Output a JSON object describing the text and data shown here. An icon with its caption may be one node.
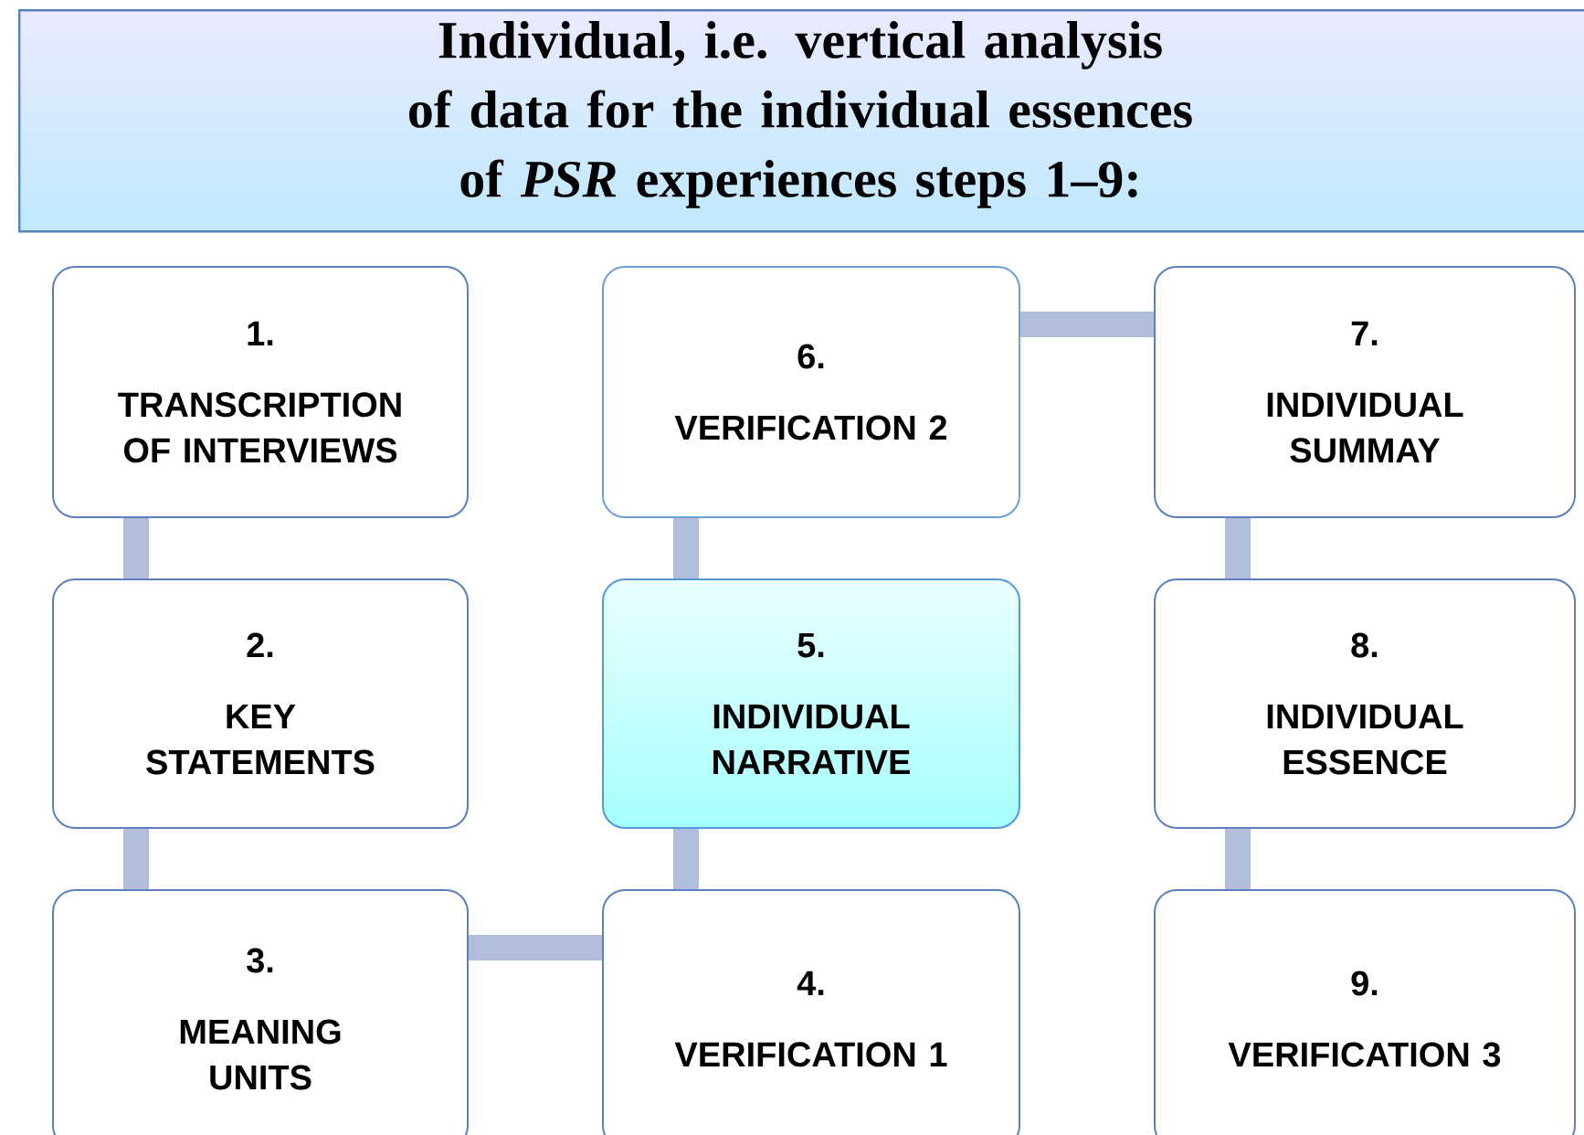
{
  "diagram": {
    "title": "Individual,  i.e. vertical analysis of data for the individual  essences of *PSR* experiences steps 1–9:",
    "nodes": [
      {
        "text": [
          "1.",
          "TRANSCRIPTION OF INTERVIEWS"
        ]
      },
      {
        "text": [
          "2.",
          "KEY STATEMENTS"
        ]
      },
      {
        "text": [
          "3.",
          "MEANING UNITS"
        ]
      },
      {
        "text": [
          "4.",
          "VERIFICATION 1"
        ]
      },
      {
        "text": [
          "5.",
          "INDIVIDUAL NARRATIVE"
        ]
      },
      {
        "text": [
          "6.",
          "VERIFICATION 2"
        ]
      },
      {
        "text": [
          "7.",
          "INDIVIDUAL SUMMAY"
        ]
      },
      {
        "text": [
          "8.",
          "INDIVIDUAL ESSENCE"
        ]
      },
      {
        "text": [
          "9.",
          "VERIFICATION 3"
        ]
      }
    ],
    "edges": [
      {
        "from": 0,
        "to": 1,
        "arrow": "none"
      },
      {
        "from": 1,
        "to": 2,
        "arrow": "none"
      },
      {
        "from": 2,
        "to": 3,
        "arrow": "none"
      },
      {
        "from": 3,
        "to": 4,
        "arrow": "none"
      },
      {
        "from": 4,
        "to": 5,
        "arrow": "none"
      },
      {
        "from": 5,
        "to": 6,
        "arrow": "none"
      },
      {
        "from": 6,
        "to": 7,
        "arrow": "none"
      },
      {
        "from": 7,
        "to": 8,
        "arrow": "none"
      }
    ]
  }
}
